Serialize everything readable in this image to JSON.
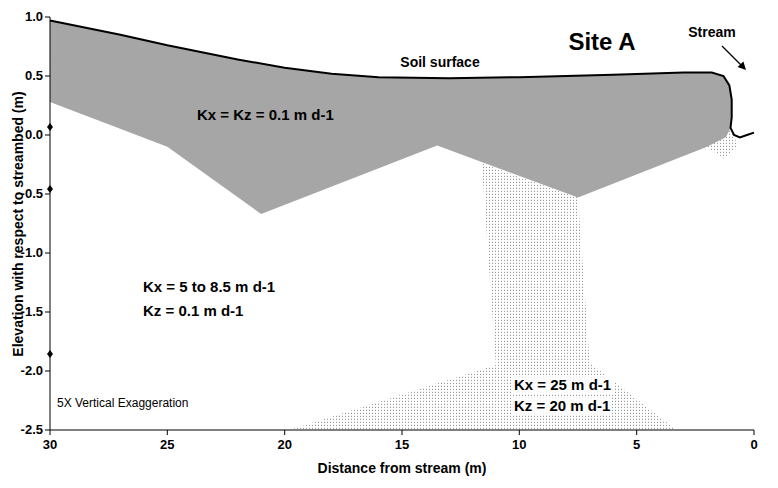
{
  "diagram": {
    "title": "Site A",
    "labels": [
      "Stream",
      "Soil surface",
      "Kx = Kz = 0.1 m d-1",
      "Kx = 5 to 8.5 m d-1",
      "Kz = 0.1 m d-1",
      "Kx = 25 m d-1",
      "Kz = 20 m d-1",
      "5X Vertical Exaggeration",
      "Elevation with respect to streambed (m)",
      "Distance from stream (m)",
      "1.0",
      "0.5",
      "0.0",
      "-0.5",
      "-1.0",
      "-1.5",
      "-2.0",
      "-2.5",
      "30",
      "25",
      "20",
      "15",
      "10",
      "5",
      "0"
    ]
  }
}
